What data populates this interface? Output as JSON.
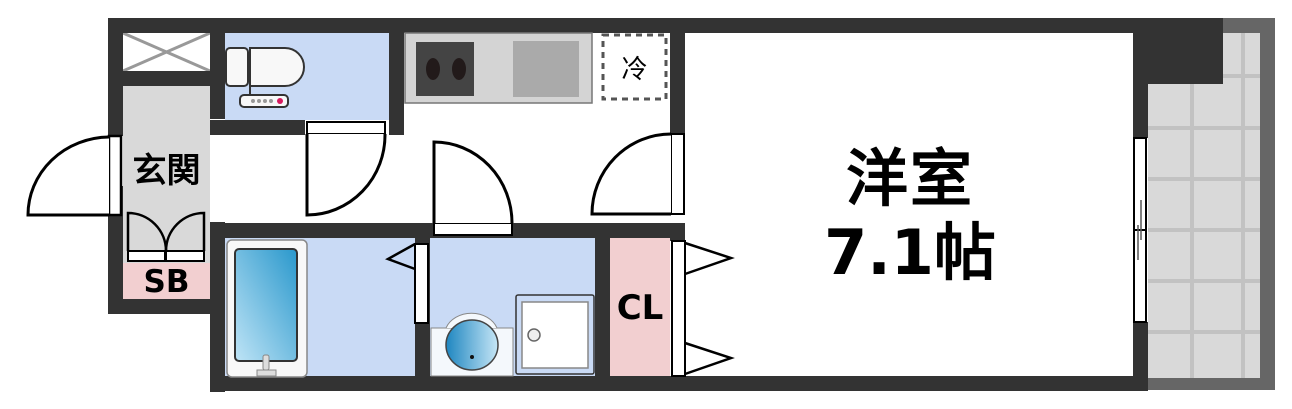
{
  "floor_plan": {
    "rooms": {
      "genkan": {
        "label": "玄関",
        "fill": "#d9d9d9"
      },
      "shoe_box": {
        "label": "SB",
        "fill": "#f2cfd0"
      },
      "toilet": {
        "label": "",
        "fill": "#c9daf5"
      },
      "kitchen": {
        "refrigerator_label": "冷"
      },
      "bathroom": {
        "fill": "#c9daf5"
      },
      "washroom": {
        "fill": "#c9daf5"
      },
      "closet": {
        "label": "CL",
        "fill": "#f2cfd0"
      },
      "western_room": {
        "label_line1": "洋室",
        "label_line2": "7.1帖"
      },
      "balcony": {
        "fill": "#d9d9d9"
      }
    },
    "colors": {
      "wall": "#333333",
      "balcony_wall": "#666666",
      "wet_area": "#c9daf5",
      "storage": "#f2cfd0",
      "entrance": "#d9d9d9"
    }
  }
}
